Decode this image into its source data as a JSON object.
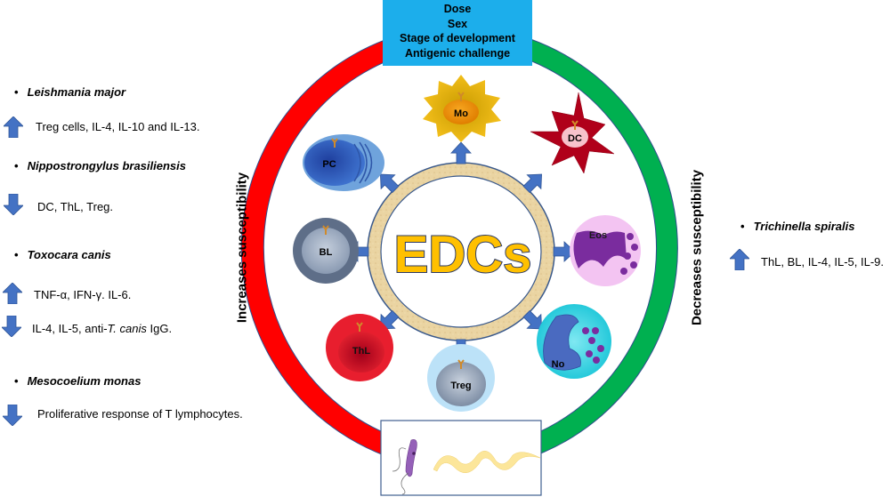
{
  "factors": [
    "Dose",
    "Sex",
    "Stage of development",
    "Antigenic challenge"
  ],
  "center_label": "EDCs",
  "left_axis_label": "Increases susceptibility",
  "right_axis_label": "Decreases susceptibility",
  "colors": {
    "increase_arc": "#FF0000",
    "decrease_arc": "#00B050",
    "factors_box": "#1CAEEB",
    "arrow": "#4472C4",
    "edcs_text": "#FFC000"
  },
  "cells": [
    {
      "id": "Mo",
      "label": "Mo"
    },
    {
      "id": "DC",
      "label": "DC"
    },
    {
      "id": "Eos",
      "label": "Eos"
    },
    {
      "id": "No",
      "label": "No"
    },
    {
      "id": "Treg",
      "label": "Treg"
    },
    {
      "id": "ThL",
      "label": "ThL"
    },
    {
      "id": "BL",
      "label": "BL"
    },
    {
      "id": "PC",
      "label": "PC"
    }
  ],
  "left_panel": [
    {
      "species": "Leishmania  major",
      "effects": [
        {
          "direction": "up",
          "text": "Treg cells, IL-4, IL-10 and IL-13."
        }
      ]
    },
    {
      "species": "Nippostrongylus  brasiliensis",
      "effects": [
        {
          "direction": "down",
          "text": "DC, ThL, Treg."
        }
      ]
    },
    {
      "species": "Toxocara canis",
      "effects": [
        {
          "direction": "up",
          "text": "TNF-α, IFN-γ. IL-6."
        },
        {
          "direction": "down",
          "text_pre": "IL-4, IL-5, anti-",
          "text_italic": "T. canis",
          "text_post": " IgG."
        }
      ]
    },
    {
      "species": "Mesocoelium monas",
      "effects": [
        {
          "direction": "down",
          "text": "Proliferative response of T lymphocytes."
        }
      ]
    }
  ],
  "right_panel": [
    {
      "species": "Trichinella  spiralis",
      "effects": [
        {
          "direction": "up",
          "text": "ThL, BL, IL-4, IL-5, IL-9."
        }
      ]
    }
  ],
  "bullet": "•",
  "parasites": [
    "trypanosome",
    "nematode"
  ]
}
